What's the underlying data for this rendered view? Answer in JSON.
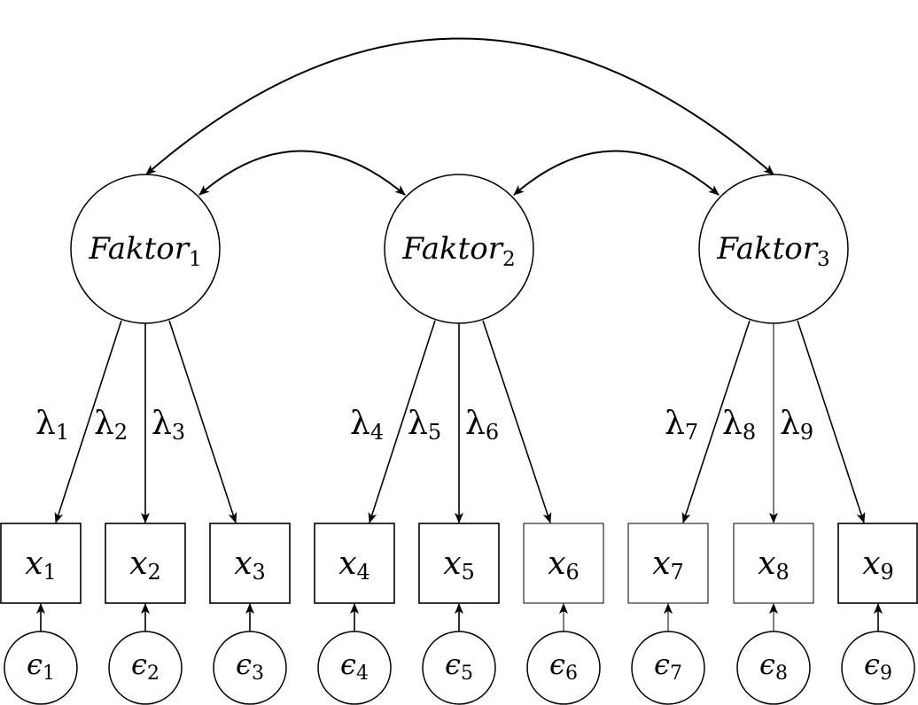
{
  "factors": [
    {
      "base": "Faktor",
      "sub": "1"
    },
    {
      "base": "Faktor",
      "sub": "2"
    },
    {
      "base": "Faktor",
      "sub": "3"
    }
  ],
  "indicators": [
    {
      "base": "x",
      "sub": "1"
    },
    {
      "base": "x",
      "sub": "2"
    },
    {
      "base": "x",
      "sub": "3"
    },
    {
      "base": "x",
      "sub": "4"
    },
    {
      "base": "x",
      "sub": "5"
    },
    {
      "base": "x",
      "sub": "6"
    },
    {
      "base": "x",
      "sub": "7"
    },
    {
      "base": "x",
      "sub": "8"
    },
    {
      "base": "x",
      "sub": "9"
    }
  ],
  "errors": [
    {
      "base": "ϵ",
      "sub": "1"
    },
    {
      "base": "ϵ",
      "sub": "2"
    },
    {
      "base": "ϵ",
      "sub": "3"
    },
    {
      "base": "ϵ",
      "sub": "4"
    },
    {
      "base": "ϵ",
      "sub": "5"
    },
    {
      "base": "ϵ",
      "sub": "6"
    },
    {
      "base": "ϵ",
      "sub": "7"
    },
    {
      "base": "ϵ",
      "sub": "8"
    },
    {
      "base": "ϵ",
      "sub": "9"
    }
  ],
  "loadings": [
    {
      "base": "λ",
      "sub": "1"
    },
    {
      "base": "λ",
      "sub": "2"
    },
    {
      "base": "λ",
      "sub": "3"
    },
    {
      "base": "λ",
      "sub": "4"
    },
    {
      "base": "λ",
      "sub": "5"
    },
    {
      "base": "λ",
      "sub": "6"
    },
    {
      "base": "λ",
      "sub": "7"
    },
    {
      "base": "λ",
      "sub": "8"
    },
    {
      "base": "λ",
      "sub": "9"
    }
  ]
}
